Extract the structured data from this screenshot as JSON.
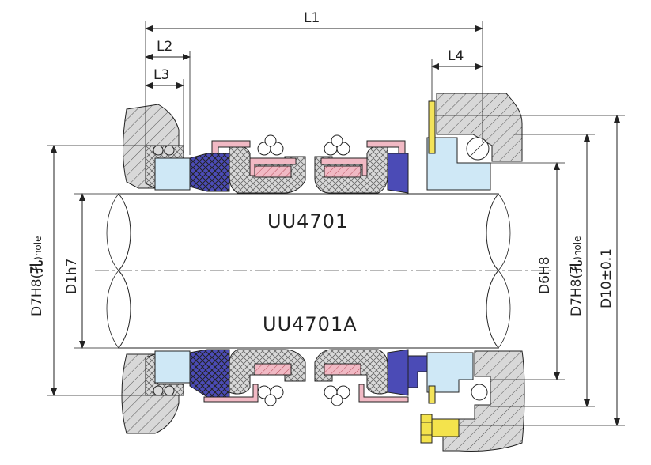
{
  "dimensions": {
    "l1": "L1",
    "l2": "L2",
    "l3": "L3",
    "l4": "L4",
    "d7h8_left": "D7H8(",
    "kong_left": "孔",
    "hole_left": ")hole",
    "d1h7": "D1h7",
    "d6h8": "D6H8",
    "d7h8_right": "D7H8(",
    "kong_right": "孔",
    "hole_right": ")hole",
    "d10": "D10±0.1"
  },
  "models": {
    "top": "UU4701",
    "bottom": "UU4701A"
  },
  "colors": {
    "seat_face": "#cfe8f6",
    "carbon_ring": "#4b4bb6",
    "metal_retainer": "#f1b9c4",
    "housing": "#d8d8d8",
    "screw": "#f4e34c"
  }
}
